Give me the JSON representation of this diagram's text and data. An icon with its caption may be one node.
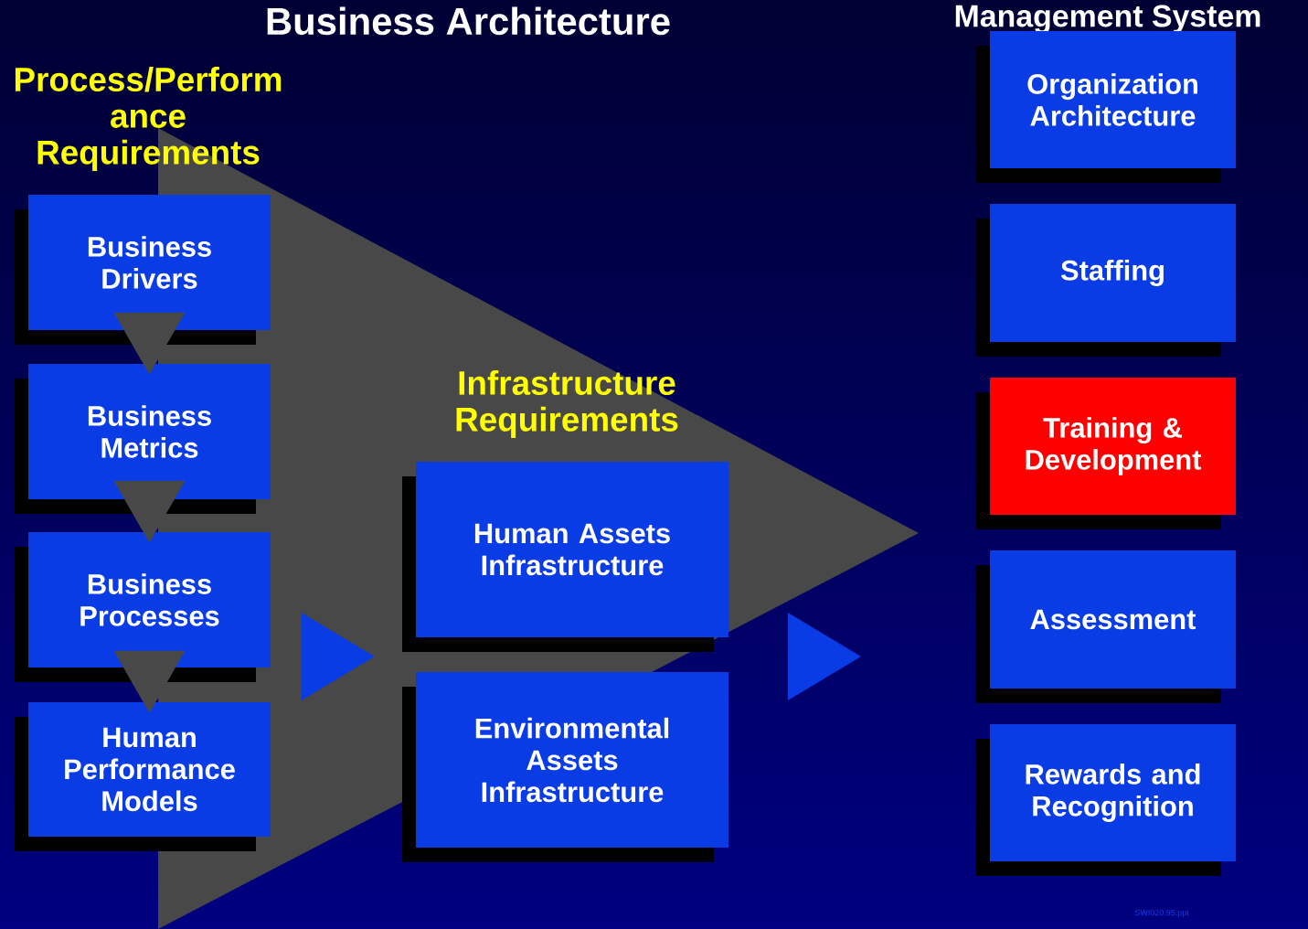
{
  "diagram": {
    "title": "Business Architecture",
    "nodes": [
      {
        "text": [
          "Business Drivers"
        ]
      },
      {
        "text": [
          "Business Metrics"
        ]
      },
      {
        "text": [
          "Business Processes"
        ]
      },
      {
        "text": [
          "Human Performance Models"
        ]
      },
      {
        "text": [
          "Human Assets Infrastructure"
        ]
      },
      {
        "text": [
          "Environmental Assets Infrastructure"
        ]
      },
      {
        "text": [
          "Organization Architecture"
        ]
      },
      {
        "text": [
          "Staffing"
        ]
      },
      {
        "text": [
          "Training & Development"
        ]
      },
      {
        "text": [
          "Assessment"
        ]
      },
      {
        "text": [
          "Rewards and Recognition"
        ]
      }
    ],
    "edges": [
      {
        "from": 0,
        "to": 1,
        "arrow": "to"
      },
      {
        "from": 1,
        "to": 2,
        "arrow": "to"
      },
      {
        "from": 2,
        "to": 3,
        "arrow": "to"
      },
      {
        "from": 2,
        "to": 4,
        "arrow": "to",
        "color": "#0a3ce6"
      }
    ],
    "labels": [
      "Management System",
      "Process/Perform ance Requirements",
      "Infrastructure Requirements",
      "SWI020.95.ppt"
    ]
  }
}
